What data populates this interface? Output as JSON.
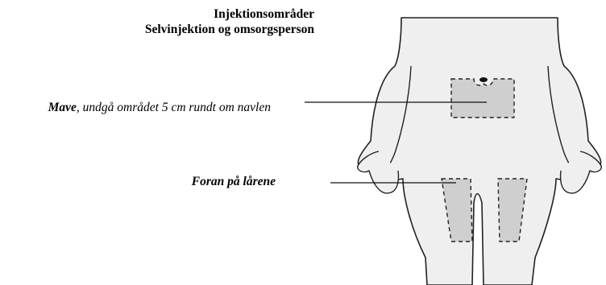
{
  "title": {
    "line1": "Injektionsområder",
    "line2": "Selvinjektion og omsorgsperson"
  },
  "labels": {
    "abdomen_bold": "Mave",
    "abdomen_rest": ", undgå området 5 cm rundt om navlen",
    "thighs": "Foran på lårene"
  },
  "colors": {
    "body_fill": "#efefef",
    "zone_fill": "#cfcfcf",
    "outline": "#222222"
  }
}
